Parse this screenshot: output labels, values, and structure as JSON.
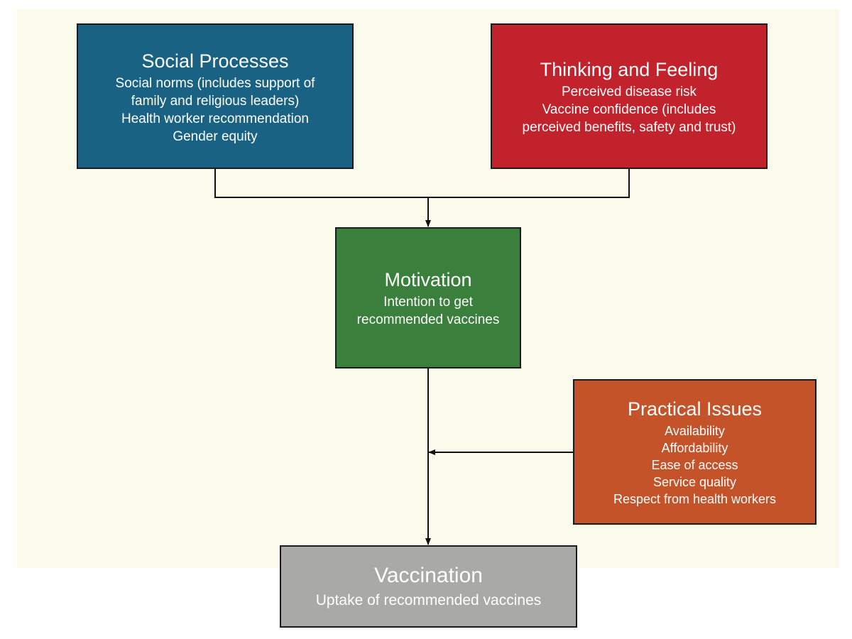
{
  "colors": {
    "panel_bg": "#fafbea",
    "social": "#1a6283",
    "thinking": "#c1222b",
    "motivation": "#3a7f3b",
    "practical": "#c4532a",
    "vaccination": "#a9aaa8",
    "line": "#111111"
  },
  "social": {
    "title": "Social Processes",
    "lines": [
      "Social norms (includes support of",
      "family and religious leaders)",
      "Health worker recommendation",
      "Gender equity"
    ]
  },
  "thinking": {
    "title": "Thinking and Feeling",
    "lines": [
      "Perceived disease risk",
      "Vaccine confidence (includes",
      "perceived benefits, safety and trust)"
    ]
  },
  "motivation": {
    "title": "Motivation",
    "lines": [
      "Intention to get",
      "recommended vaccines"
    ]
  },
  "practical": {
    "title": "Practical Issues",
    "lines": [
      "Availability",
      "Affordability",
      "Ease of access",
      "Service quality",
      "Respect from health workers"
    ]
  },
  "vaccination": {
    "title": "Vaccination",
    "lines": [
      "Uptake of recommended vaccines"
    ]
  }
}
